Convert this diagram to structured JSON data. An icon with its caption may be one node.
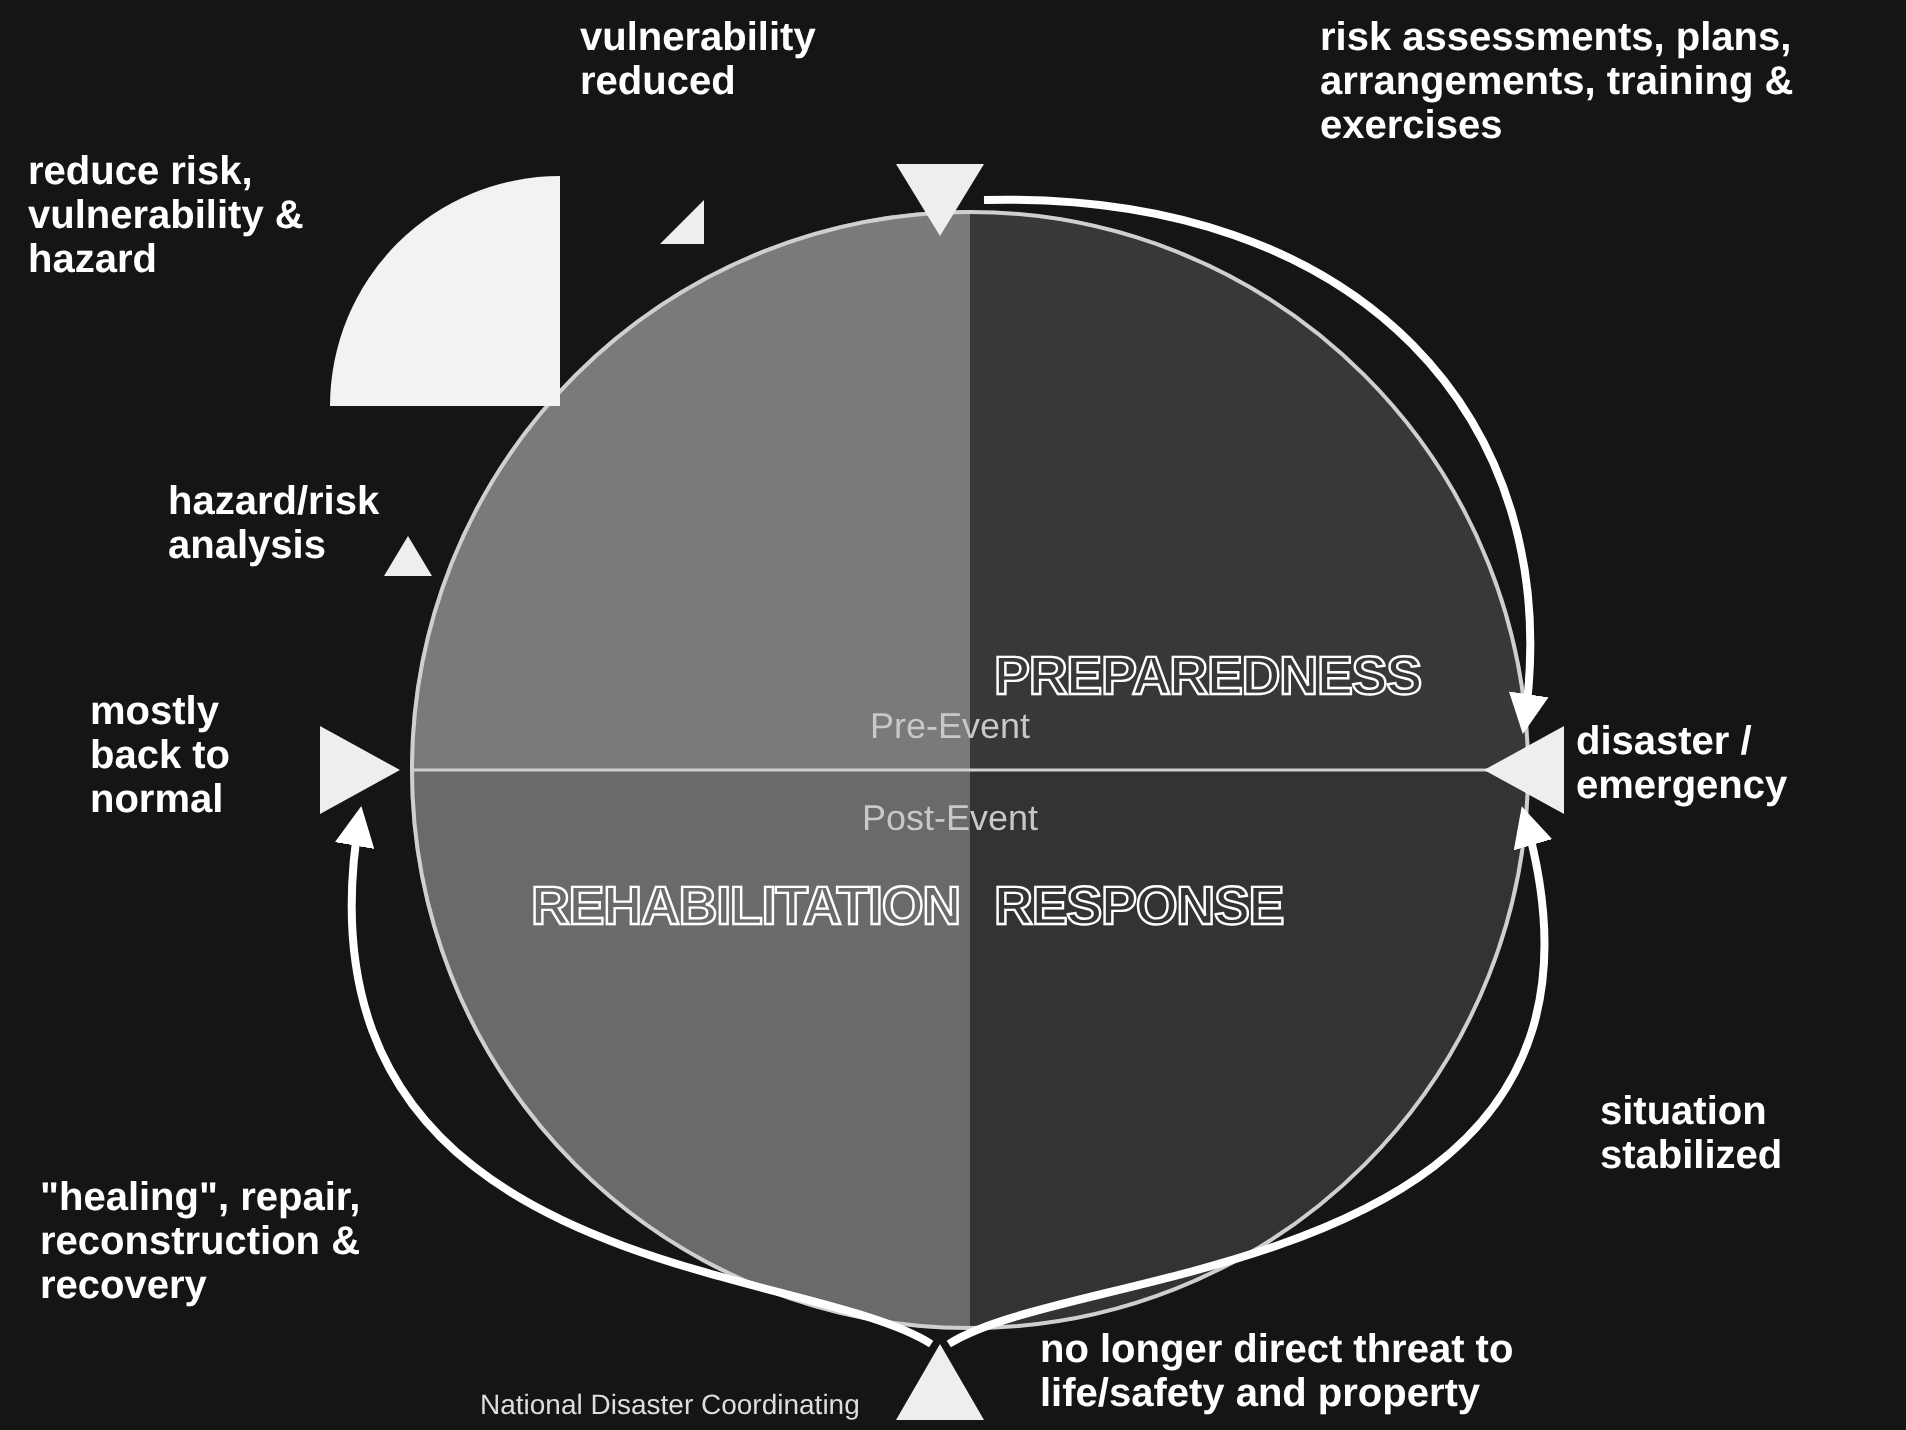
{
  "diagram": {
    "nodes": [
      {
        "text": [],
        "shape": "triangle",
        "beside": [
          "vulnerability reduced"
        ]
      },
      {
        "text": [],
        "shape": "triangle",
        "beside": [
          "disaster / emergency"
        ]
      },
      {
        "text": [],
        "shape": "triangle",
        "beside": [
          "no longer direct threat to life/safety and property"
        ]
      },
      {
        "text": [],
        "shape": "triangle",
        "beside": [
          "mostly back to normal"
        ]
      },
      {
        "text": [],
        "shape": "triangle"
      },
      {
        "text": [],
        "shape": "triangle",
        "beside": [
          "hazard/risk analysis"
        ]
      }
    ],
    "edges": [
      {
        "from": 0,
        "to": 1,
        "arrow": "to"
      },
      {
        "from": 2,
        "to": 1,
        "arrow": "to"
      },
      {
        "from": 2,
        "to": 3,
        "arrow": "to"
      }
    ],
    "labels": [
      "reduce risk, vulnerability & hazard",
      "risk assessments, plans, arrangements, training & exercises",
      "PREPAREDNESS",
      "Pre-Event",
      "Post-Event",
      "REHABILITATION",
      "RESPONSE",
      "situation stabilized",
      "\"healing\", repair, reconstruction & recovery",
      "National Disaster Coordinating"
    ]
  }
}
